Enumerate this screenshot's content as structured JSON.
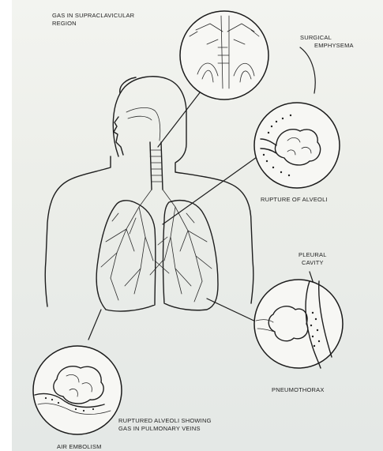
{
  "labels": {
    "supraclavicular_line1": "GAS IN SUPRACLAVICULAR",
    "supraclavicular_line2": "REGION",
    "surgical_line1": "SURGICAL",
    "surgical_line2": "EMPHYSEMA",
    "rupture": "RUPTURE OF ALVEOLI",
    "pleural_line1": "PLEURAL",
    "pleural_line2": "CAVITY",
    "pneumothorax": "PNEUMOTHORAX",
    "ruptured_line1": "RUPTURED ALVEOLI SHOWING",
    "ruptured_line2": "GAS IN PULMONARY VEINS",
    "air_embolism": "AIR EMBOLISM"
  }
}
